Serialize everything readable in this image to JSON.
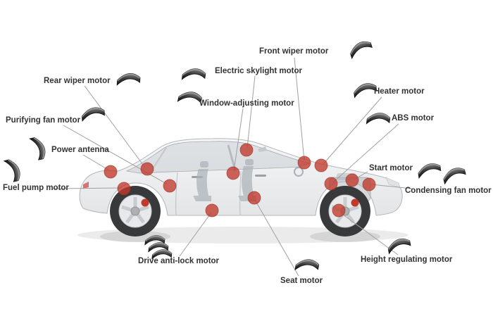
{
  "diagram": {
    "labels": [
      {
        "id": "front-wiper",
        "text": "Front wiper motor"
      },
      {
        "id": "electric-skylight",
        "text": "Electric skylight motor"
      },
      {
        "id": "rear-wiper",
        "text": "Rear wiper motor"
      },
      {
        "id": "window-adjusting",
        "text": "Window-adjusting motor"
      },
      {
        "id": "heater",
        "text": "Heater motor"
      },
      {
        "id": "abs",
        "text": "ABS motor"
      },
      {
        "id": "purifying-fan",
        "text": "Purifying fan motor"
      },
      {
        "id": "power-antenna",
        "text": "Power antenna"
      },
      {
        "id": "start",
        "text": "Start motor"
      },
      {
        "id": "fuel-pump",
        "text": "Fuel pump motor"
      },
      {
        "id": "condensing-fan",
        "text": "Condensing fan motor"
      },
      {
        "id": "height-regulating",
        "text": "Height regulating motor"
      },
      {
        "id": "drive-anti-lock",
        "text": "Drive anti-lock motor"
      },
      {
        "id": "seat",
        "text": "Seat motor"
      }
    ],
    "icon": {
      "name": "magnet-icon",
      "glyph": "curved-dark-magnet-tile"
    },
    "colors": {
      "dot": "#c0392b",
      "label_text": "#333333",
      "leader_line": "#a0a0a0",
      "magnet_dark": "#141414",
      "car_body": "#dcdfe1"
    }
  }
}
